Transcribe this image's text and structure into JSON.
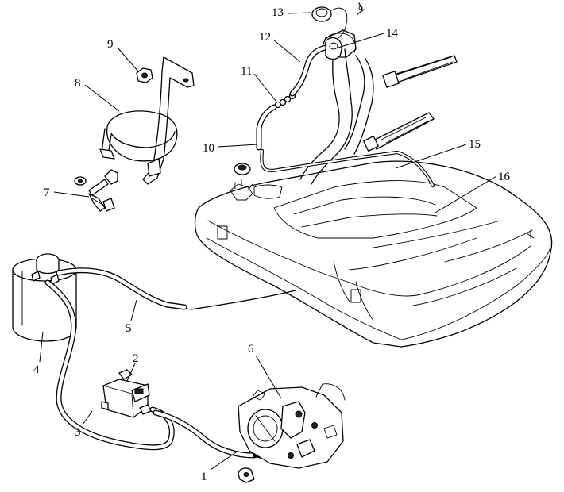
{
  "callouts": [
    {
      "id": "1",
      "text": "1"
    },
    {
      "id": "2",
      "text": "2"
    },
    {
      "id": "3",
      "text": "3"
    },
    {
      "id": "4",
      "text": "4"
    },
    {
      "id": "5",
      "text": "5"
    },
    {
      "id": "6",
      "text": "6"
    },
    {
      "id": "7",
      "text": "7"
    },
    {
      "id": "8",
      "text": "8"
    },
    {
      "id": "9",
      "text": "9"
    },
    {
      "id": "10",
      "text": "10"
    },
    {
      "id": "11",
      "text": "11"
    },
    {
      "id": "12",
      "text": "12"
    },
    {
      "id": "13",
      "text": "13"
    },
    {
      "id": "14",
      "text": "14"
    },
    {
      "id": "15",
      "text": "15"
    },
    {
      "id": "16",
      "text": "16"
    }
  ],
  "colors": {
    "line": "#000000",
    "background": "#ffffff"
  }
}
